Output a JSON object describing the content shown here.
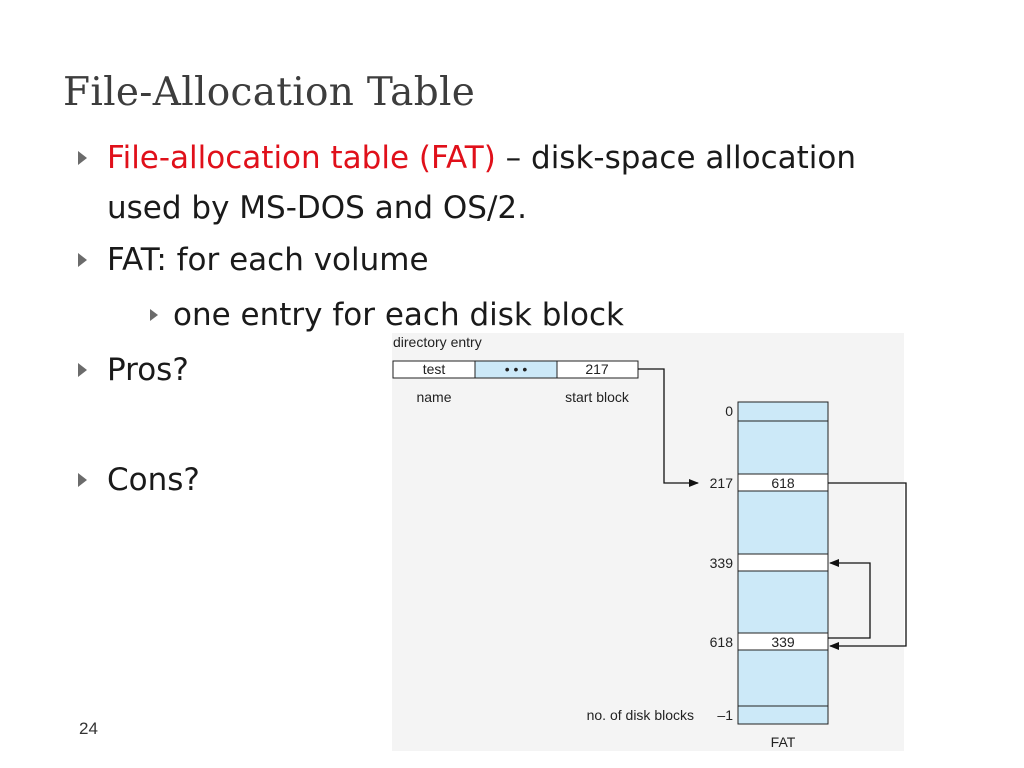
{
  "slide": {
    "title": "File-Allocation Table",
    "bullets": [
      {
        "highlight": "File-allocation table (FAT)",
        "text": " – disk-space allocation",
        "continuation": "used by MS-DOS and OS/2."
      },
      {
        "text": "FAT: for each volume"
      },
      {
        "text": "one entry for each disk block"
      },
      {
        "text": "Pros?"
      },
      {
        "text": "Cons?"
      }
    ],
    "page_number": "24",
    "colors": {
      "highlight": "#e0101a",
      "cell_fill": "#cce9f8",
      "title": "#3d3d3d"
    }
  },
  "figure": {
    "directory_entry_label": "directory entry",
    "entry_name": "test",
    "entry_dots": "• • •",
    "entry_start": "217",
    "name_label": "name",
    "start_block_label": "start block",
    "fat_label": "FAT",
    "indices": {
      "zero": "0",
      "i217": "217",
      "i339": "339",
      "i618": "618",
      "last": "–1"
    },
    "no_blocks_label": "no. of disk blocks",
    "values": {
      "at217": "618",
      "at618": "339"
    }
  }
}
